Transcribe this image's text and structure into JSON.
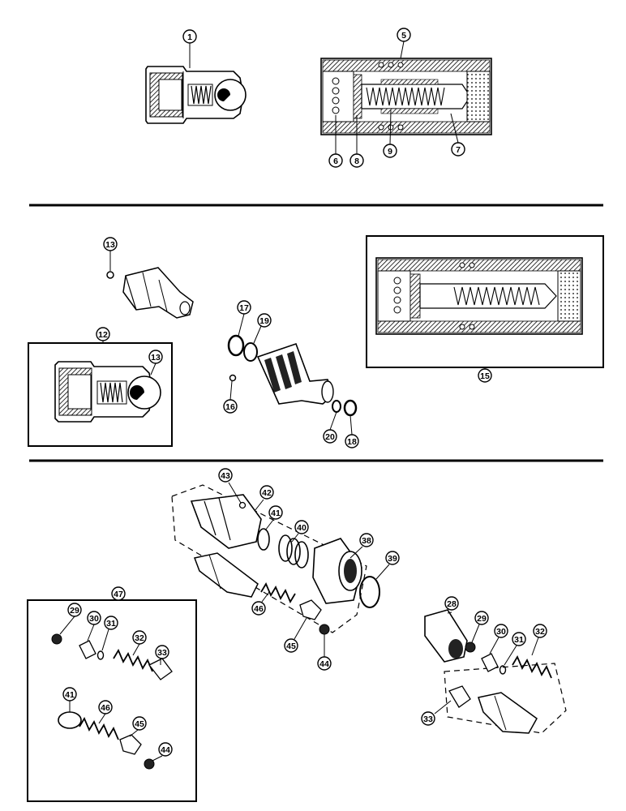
{
  "callouts": {
    "c1": "1",
    "c5": "5",
    "c6": "6",
    "c8": "8",
    "c9": "9",
    "c7": "7",
    "c13a": "13",
    "c12": "12",
    "c13b": "13",
    "c16": "16",
    "c17": "17",
    "c19": "19",
    "c20": "20",
    "c18": "18",
    "c15": "15",
    "c43": "43",
    "c42": "42",
    "c41a": "41",
    "c40": "40",
    "c38": "38",
    "c39": "39",
    "c46a": "46",
    "c45a": "45",
    "c44a": "44",
    "c47": "47",
    "c29a": "29",
    "c30a": "30",
    "c31a": "31",
    "c32a": "32",
    "c33a": "33",
    "c41b": "41",
    "c46b": "46",
    "c45b": "45",
    "c44b": "44",
    "c28": "28",
    "c29b": "29",
    "c30b": "30",
    "c31b": "31",
    "c32b": "32",
    "c33b": "33"
  },
  "colors": {
    "ink": "#000000",
    "paper": "#ffffff",
    "shade": "#555555"
  }
}
